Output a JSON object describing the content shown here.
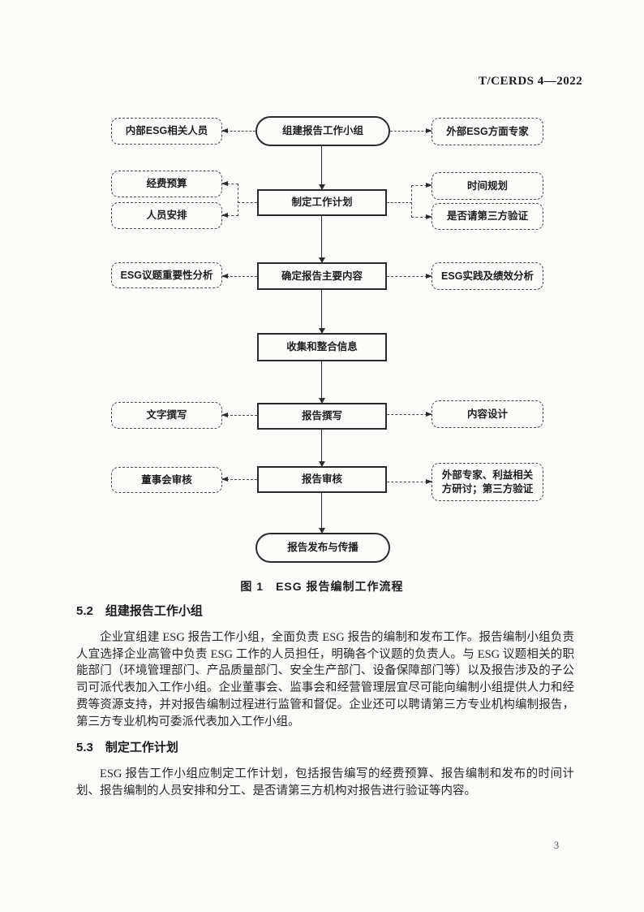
{
  "page": {
    "doc_code": "T/CERDS 4—2022",
    "page_number": "3"
  },
  "figure": {
    "caption": "图 1　ESG 报告编制工作流程",
    "nodes": {
      "start": "组建报告工作小组",
      "internal_staff": "内部ESG相关人员",
      "external_experts": "外部ESG方面专家",
      "plan": "制定工作计划",
      "budget": "经费预算",
      "staffing": "人员安排",
      "schedule": "时间规划",
      "third_party_verify": "是否请第三方验证",
      "content": "确定报告主要内容",
      "materiality": "ESG议题重要性分析",
      "practice": "ESG实践及绩效分析",
      "collect": "收集和整合信息",
      "write": "报告撰写",
      "text_writing": "文字撰写",
      "content_design": "内容设计",
      "review": "报告审核",
      "board_review": "董事会审核",
      "external_review": "外部专家、利益相关方研讨；第三方验证",
      "publish": "报告发布与传播"
    }
  },
  "sections": [
    {
      "number": "5.2",
      "title": "组建报告工作小组",
      "paragraphs": [
        "企业宜组建 ESG 报告工作小组，全面负责 ESG 报告的编制和发布工作。报告编制小组负责人宜选择企业高管中负责 ESG 工作的人员担任，明确各个议题的负责人。与 ESG 议题相关的职能部门（环境管理部门、产品质量部门、安全生产部门、设备保障部门等）以及报告涉及的子公司可派代表加入工作小组。企业董事会、监事会和经营管理层宜尽可能向编制小组提供人力和经费等资源支持，并对报告编制过程进行监管和督促。企业还可以聘请第三方专业机构编制报告，第三方专业机构可委派代表加入工作小组。"
      ]
    },
    {
      "number": "5.3",
      "title": "制定工作计划",
      "paragraphs": [
        "ESG 报告工作小组应制定工作计划，包括报告编写的经费预算、报告编制和发布的时间计划、报告编制的人员安排和分工、是否请第三方机构对报告进行验证等内容。"
      ]
    }
  ]
}
